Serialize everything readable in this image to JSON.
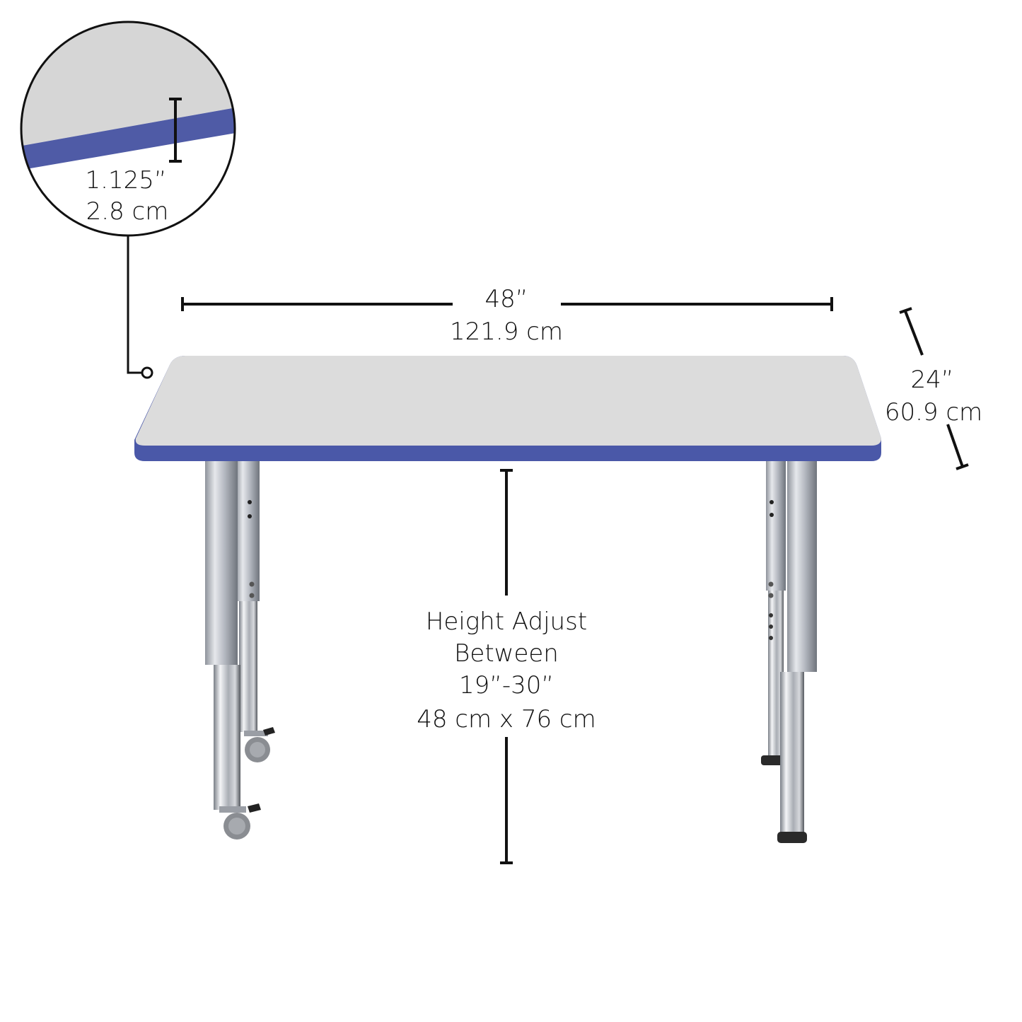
{
  "edge_detail": {
    "thickness_in": "1.125”",
    "thickness_cm": "2.8 cm"
  },
  "width": {
    "inches": "48”",
    "cm": "121.9 cm"
  },
  "depth": {
    "inches": "24”",
    "cm": "60.9 cm"
  },
  "height": {
    "line1": "Height Adjust",
    "line2": "Between",
    "line3": "19”-30”",
    "line4": "48 cm x 76 cm"
  },
  "colors": {
    "edge_band": "#4a58a8",
    "top_surface": "#dcdcdc",
    "leg_metal": "#b8bcc4"
  }
}
